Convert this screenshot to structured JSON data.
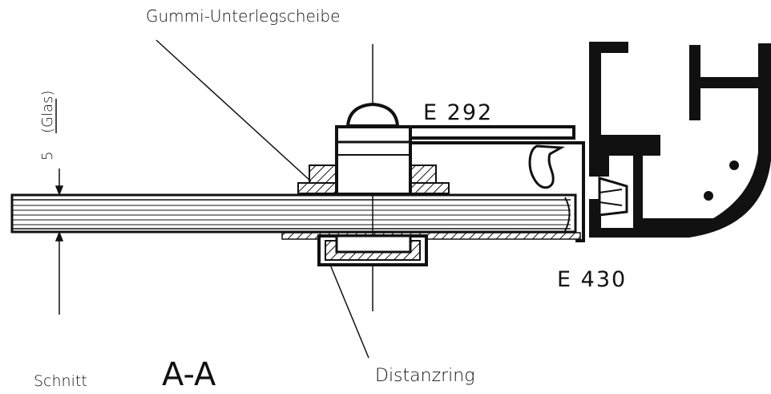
{
  "labels": {
    "washer": "Gummi-Unterlegscheibe",
    "profile_top": "E 292",
    "profile_bottom": "E 430",
    "spacer": "Distanzring",
    "section": "Schnitt",
    "section_id": "A-A",
    "glass_thickness": "5",
    "glass_note": "(Glas)"
  },
  "colors": {
    "ink": "#111111",
    "paper": "#ffffff"
  }
}
